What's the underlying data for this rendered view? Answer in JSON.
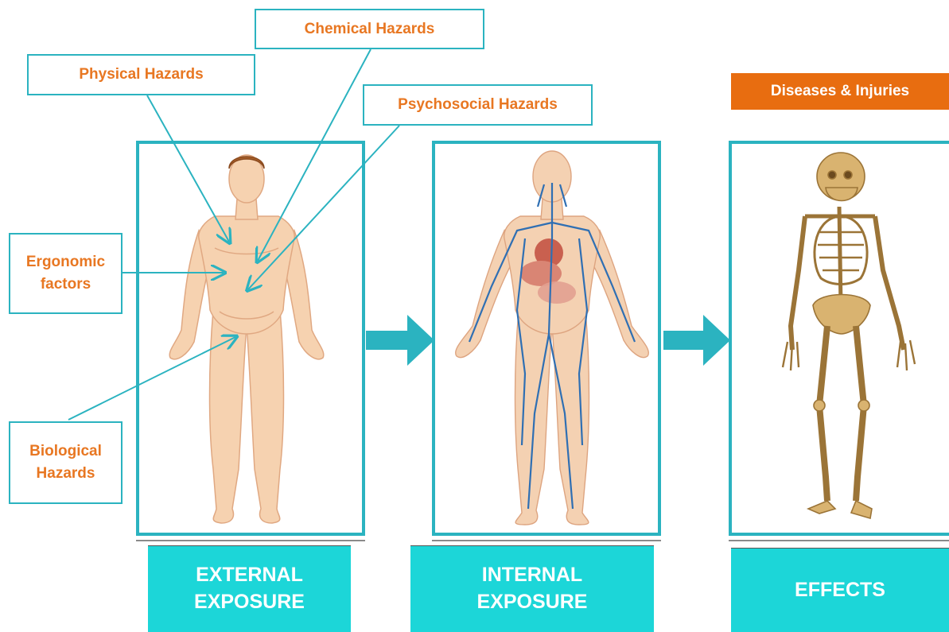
{
  "hazard_labels": {
    "chemical": "Chemical  Hazards",
    "physical": "Physical  Hazards",
    "psychosocial": "Psychosocial  Hazards",
    "ergonomic": "Ergonomic factors",
    "biological": "Biological Hazards"
  },
  "effect_tag": "Diseases & Injuries",
  "stages": {
    "external": "EXTERNAL EXPOSURE",
    "internal": "INTERNAL EXPOSURE",
    "effects": "EFFECTS"
  },
  "colors": {
    "teal": "#2bb3c0",
    "stage_fill": "#1cd6d8",
    "orange_text": "#e87722",
    "orange_tag": "#e86d10",
    "skin": "#f6d2b0",
    "bone": "#c9a15b",
    "vein": "#2f6fb3",
    "organ": "#c9604f"
  },
  "icons": [
    "human-body-icon",
    "circulatory-body-icon",
    "skeleton-icon",
    "right-arrow-icon"
  ]
}
